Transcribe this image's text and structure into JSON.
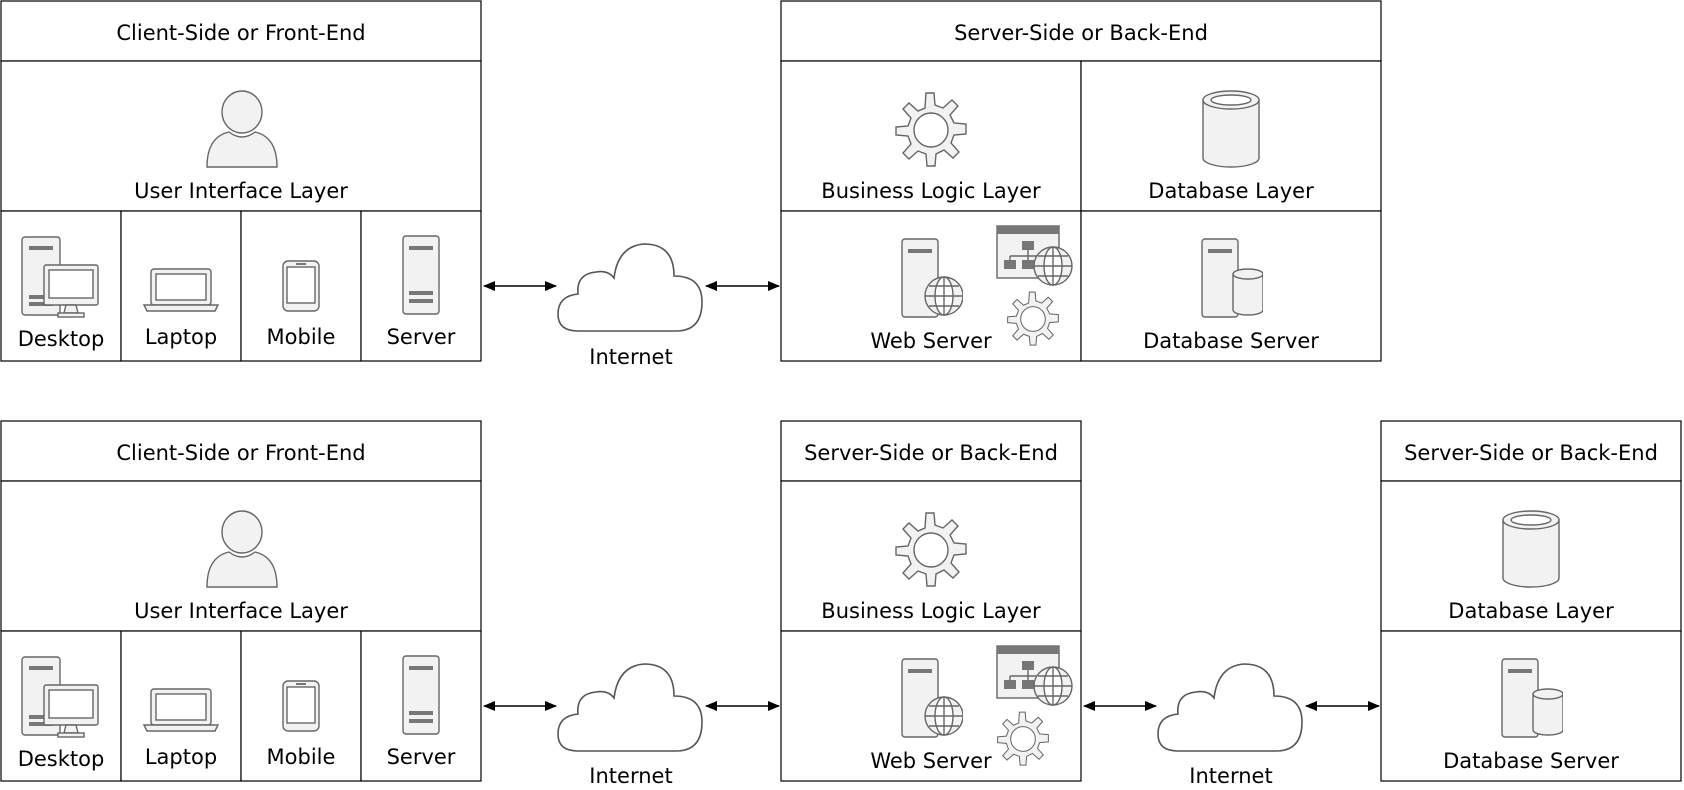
{
  "diagram1": {
    "client_title": "Client-Side or Front-End",
    "ui_layer": "User Interface Layer",
    "devices": [
      "Desktop",
      "Laptop",
      "Mobile",
      "Server"
    ],
    "internet": "Internet",
    "server_title": "Server-Side or Back-End",
    "business_layer": "Business Logic Layer",
    "database_layer": "Database Layer",
    "web_server": "Web Server",
    "database_server": "Database Server"
  },
  "diagram2": {
    "client_title": "Client-Side or Front-End",
    "ui_layer": "User Interface Layer",
    "devices": [
      "Desktop",
      "Laptop",
      "Mobile",
      "Server"
    ],
    "internet_1": "Internet",
    "server_title_1": "Server-Side or Back-End",
    "business_layer": "Business Logic Layer",
    "web_server": "Web Server",
    "internet_2": "Internet",
    "server_title_2": "Server-Side or Back-End",
    "database_layer": "Database Layer",
    "database_server": "Database Server"
  }
}
